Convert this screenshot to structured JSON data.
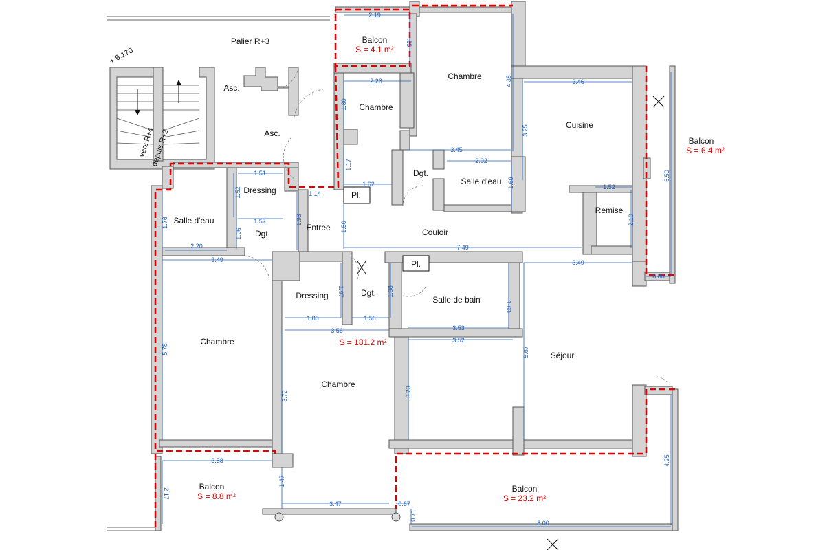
{
  "level_mark": "+ 6.170",
  "stairs": {
    "up_label": "vers R+4",
    "down_label": "depuis R+2"
  },
  "landing": {
    "label": "Palier R+3"
  },
  "lifts": [
    {
      "label": "Asc."
    },
    {
      "label": "Asc."
    }
  ],
  "rooms": {
    "balcon_nord": {
      "name": "Balcon",
      "area": "S = 4.1 m²"
    },
    "chambre_nord": {
      "name": "Chambre"
    },
    "chambre_petite": {
      "name": "Chambre"
    },
    "cuisine": {
      "name": "Cuisine"
    },
    "balcon_est": {
      "name": "Balcon",
      "area": "S = 6.4 m²"
    },
    "dressing_1": {
      "name": "Dressing"
    },
    "salle_eau_1": {
      "name": "Salle d'eau"
    },
    "dgt_1": {
      "name": "Dgt."
    },
    "entree": {
      "name": "Entrée"
    },
    "pl_1": {
      "name": "Pl."
    },
    "dgt_2": {
      "name": "Dgt."
    },
    "salle_eau_2": {
      "name": "Salle d'eau"
    },
    "couloir": {
      "name": "Couloir"
    },
    "remise": {
      "name": "Remise"
    },
    "chambre_ouest": {
      "name": "Chambre"
    },
    "dressing_2": {
      "name": "Dressing"
    },
    "dgt_3": {
      "name": "Dgt."
    },
    "pl_2": {
      "name": "Pl."
    },
    "salle_bain": {
      "name": "Salle de bain"
    },
    "total": {
      "area": "S = 181.2 m²"
    },
    "chambre_centre": {
      "name": "Chambre"
    },
    "sejour": {
      "name": "Séjour"
    },
    "balcon_so": {
      "name": "Balcon",
      "area": "S = 8.8 m²"
    },
    "balcon_sud": {
      "name": "Balcon",
      "area": "S = 23.2 m²"
    }
  },
  "dimensions": [
    "2.19",
    ".65",
    "2.26",
    "1.80",
    "4.38",
    "3.46",
    "3.25",
    "6.50",
    "3.45",
    "2.02",
    "1.17",
    "1.62",
    "1.69",
    "1.51",
    "1.52",
    "1.14",
    "1.52",
    "2.10",
    "1.76",
    "1.57",
    "1.06",
    "1.93",
    "1.50",
    "2.20",
    "7.49",
    "3.49",
    "3.49",
    "0.86",
    "1.97",
    "1.98",
    "1.63",
    "1.85",
    "1.56",
    "3.56",
    "3.53",
    "3.52",
    "5.78",
    "3.72",
    "3.23",
    "5.67",
    "3.58",
    "2.17",
    "1.47",
    "3.47",
    "0.67",
    "0.71",
    "4.25",
    "8.00"
  ]
}
